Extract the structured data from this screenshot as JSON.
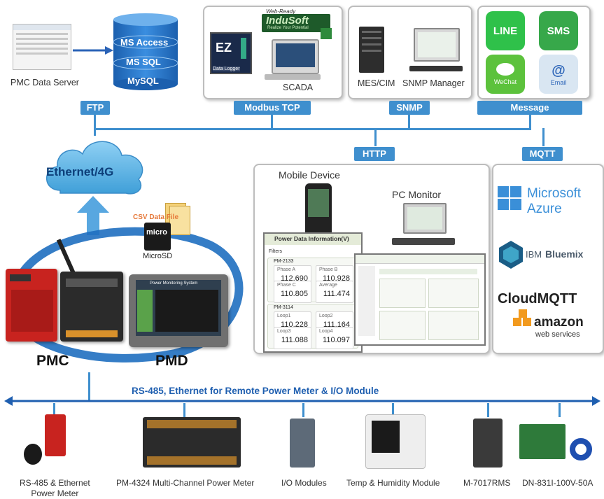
{
  "top": {
    "pmc_data_server": "PMC Data Server",
    "db_labels": [
      "MS Access",
      "MS SQL",
      "MySQL"
    ],
    "scada_label": "SCADA",
    "ez_label": "EZ",
    "ez_sub": "Data Logger",
    "indusoft_tag": "Web-Ready",
    "indusoft_name": "InduSoft",
    "indusoft_sub": "Realize Your Potential",
    "mes_label": "MES/CIM",
    "snmp_manager_label": "SNMP Manager",
    "message_icons": [
      "LINE",
      "SMS",
      "WeChat",
      "Email"
    ],
    "email_symbol": "@"
  },
  "protocols": {
    "ftp": "FTP",
    "modbus_tcp": "Modbus TCP",
    "snmp": "SNMP",
    "message": "Message",
    "http": "HTTP",
    "mqtt": "MQTT"
  },
  "cloud_label": "Ethernet/4G",
  "http_box": {
    "mobile_device": "Mobile Device",
    "pc_monitor": "PC Monitor",
    "panel_title": "Power Data Information(V)",
    "filters": "Filters",
    "group1": "PM-2133",
    "group2": "PM-3114",
    "cells1": [
      {
        "k": "Phase A",
        "v": "112.690"
      },
      {
        "k": "Phase B",
        "v": "110.928"
      },
      {
        "k": "Phase C",
        "v": "110.805"
      },
      {
        "k": "Average",
        "v": "111.474"
      }
    ],
    "cells2": [
      {
        "k": "Loop1",
        "v": "110.228"
      },
      {
        "k": "Loop2",
        "v": "111.164"
      },
      {
        "k": "Loop3",
        "v": "111.088"
      },
      {
        "k": "Loop4",
        "v": "110.097"
      }
    ]
  },
  "mqtt_box": {
    "microsoft": "Microsoft",
    "azure": "Azure",
    "ibm": "IBM",
    "bluemix": "Bluemix",
    "cloudmqtt": "CloudMQTT",
    "amazon": "amazon",
    "webservices": "web services"
  },
  "storage": {
    "csv": "CSV Data File",
    "microsd": "MicroSD",
    "micro_logo": "micro"
  },
  "controllers": {
    "pmc": "PMC",
    "pmd": "PMD",
    "pmd_screen_title": "Power Monitoring System"
  },
  "bus_label": "RS-485, Ethernet for Remote Power Meter & I/O Module",
  "bottom_devices": [
    "RS-485 & Ethernet\nPower Meter",
    "PM-4324 Multi-Channel Power Meter",
    "I/O Modules",
    "Temp & Humidity Module",
    "M-7017RMS",
    "DN-831I-100V-50A"
  ],
  "colors": {
    "accent": "#3f8fce",
    "line_green": "#2fc14a",
    "wechat_green": "#5cc23c",
    "cloud": "#5fb5e6"
  }
}
